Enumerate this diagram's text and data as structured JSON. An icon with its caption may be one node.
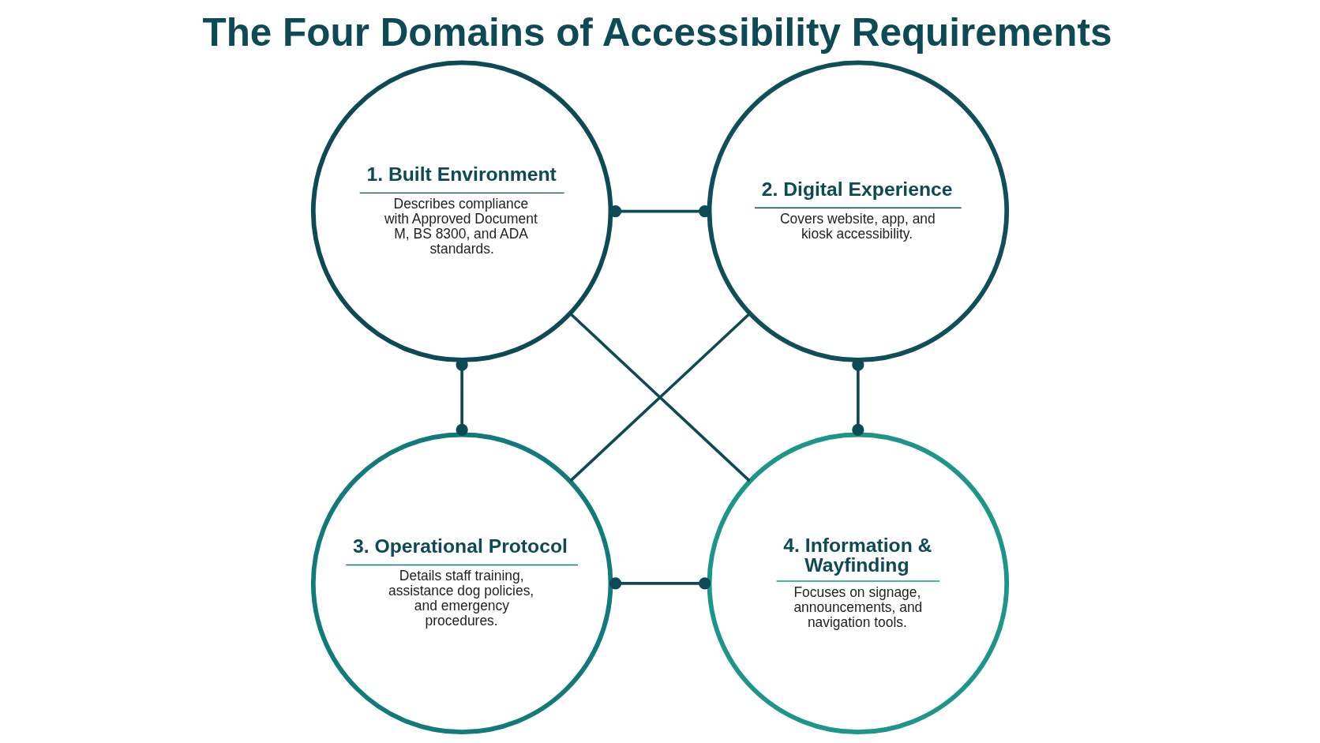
{
  "diagram": {
    "title": "The Four Domains of Accessibility Requirements",
    "nodes": [
      {
        "text": [
          "1. Built Environment",
          "Describes compliance with Approved Document M, BS 8300, and ADA standards."
        ]
      },
      {
        "text": [
          "2. Digital Experience",
          "Covers website, app, and kiosk accessibility."
        ]
      },
      {
        "text": [
          "3. Operational Protocol",
          "Details staff training, assistance dog policies, and emergency procedures."
        ]
      },
      {
        "text": [
          "4. Information & Wayfinding",
          "Focuses on signage, announcements, and navigation tools."
        ]
      }
    ],
    "edges": [
      {
        "from": 0,
        "to": 1,
        "arrow": "other"
      },
      {
        "from": 0,
        "to": 2,
        "arrow": "other"
      },
      {
        "from": 1,
        "to": 3,
        "arrow": "other"
      },
      {
        "from": 2,
        "to": 3,
        "arrow": "other"
      },
      {
        "from": 0,
        "to": 3,
        "arrow": "none"
      },
      {
        "from": 1,
        "to": 2,
        "arrow": "none"
      }
    ]
  }
}
